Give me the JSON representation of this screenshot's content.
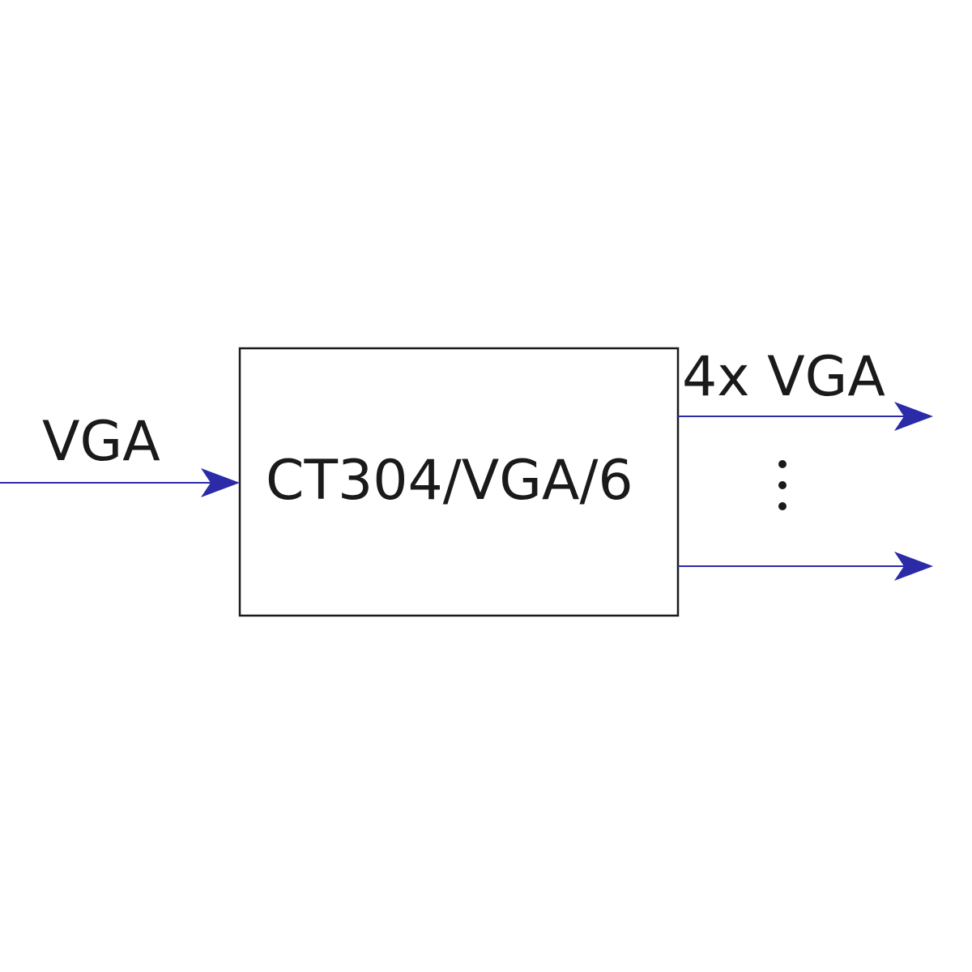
{
  "diagram": {
    "input_label": "VGA",
    "device_label": "CT304/VGA/6",
    "output_label": "4x VGA",
    "arrow_color": "#2b2ba8",
    "box_stroke_color": "#1a1a1a"
  }
}
